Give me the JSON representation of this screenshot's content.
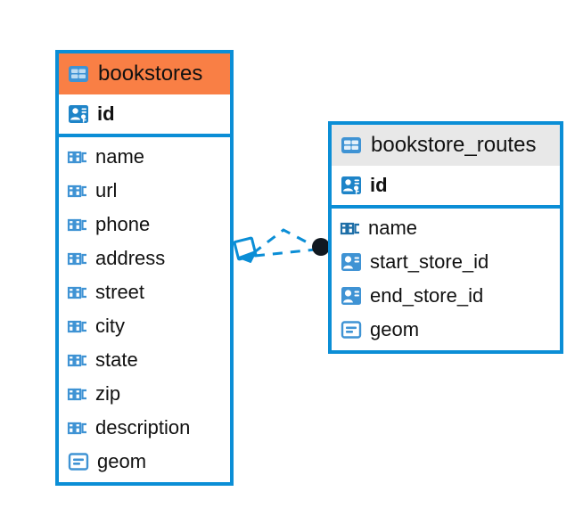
{
  "diagram": {
    "type": "entity-relationship-diagram",
    "background": "#ffffff",
    "colors": {
      "border": "#0b8ed6",
      "accent": "#0b8ed6",
      "header_highlight": "#f97f45",
      "header_default": "#e8e8e8",
      "icon_blue": "#3f93d4",
      "text": "#111111",
      "connector": "#0b8ed6",
      "endpoint_dot": "#101820"
    },
    "entities": [
      {
        "id": "bookstores",
        "title": "bookstores",
        "header_style": "orange",
        "header_icon": "table-icon",
        "primary_key": {
          "name": "id",
          "icon": "primary-key-icon",
          "bold": true
        },
        "fields": [
          {
            "name": "name",
            "icon": "abc-text-icon"
          },
          {
            "name": "url",
            "icon": "abc-text-icon"
          },
          {
            "name": "phone",
            "icon": "abc-text-icon"
          },
          {
            "name": "address",
            "icon": "abc-text-icon"
          },
          {
            "name": "street",
            "icon": "abc-text-icon"
          },
          {
            "name": "city",
            "icon": "abc-text-icon"
          },
          {
            "name": "state",
            "icon": "abc-text-icon"
          },
          {
            "name": "zip",
            "icon": "abc-text-icon"
          },
          {
            "name": "description",
            "icon": "abc-text-icon"
          },
          {
            "name": "geom",
            "icon": "geometry-icon"
          }
        ]
      },
      {
        "id": "bookstore_routes",
        "title": "bookstore_routes",
        "header_style": "grey",
        "header_icon": "table-icon",
        "primary_key": {
          "name": "id",
          "icon": "primary-key-icon",
          "bold": true
        },
        "fields": [
          {
            "name": "name",
            "icon": "abc-text-icon"
          },
          {
            "name": "start_store_id",
            "icon": "foreign-key-icon"
          },
          {
            "name": "end_store_id",
            "icon": "foreign-key-icon"
          },
          {
            "name": "geom",
            "icon": "geometry-icon"
          }
        ]
      }
    ],
    "relationship": {
      "from": "bookstores",
      "to": "bookstore_routes",
      "line_style": "dashed",
      "source_marker": "open-diamond",
      "target_marker": "filled-dot"
    }
  }
}
